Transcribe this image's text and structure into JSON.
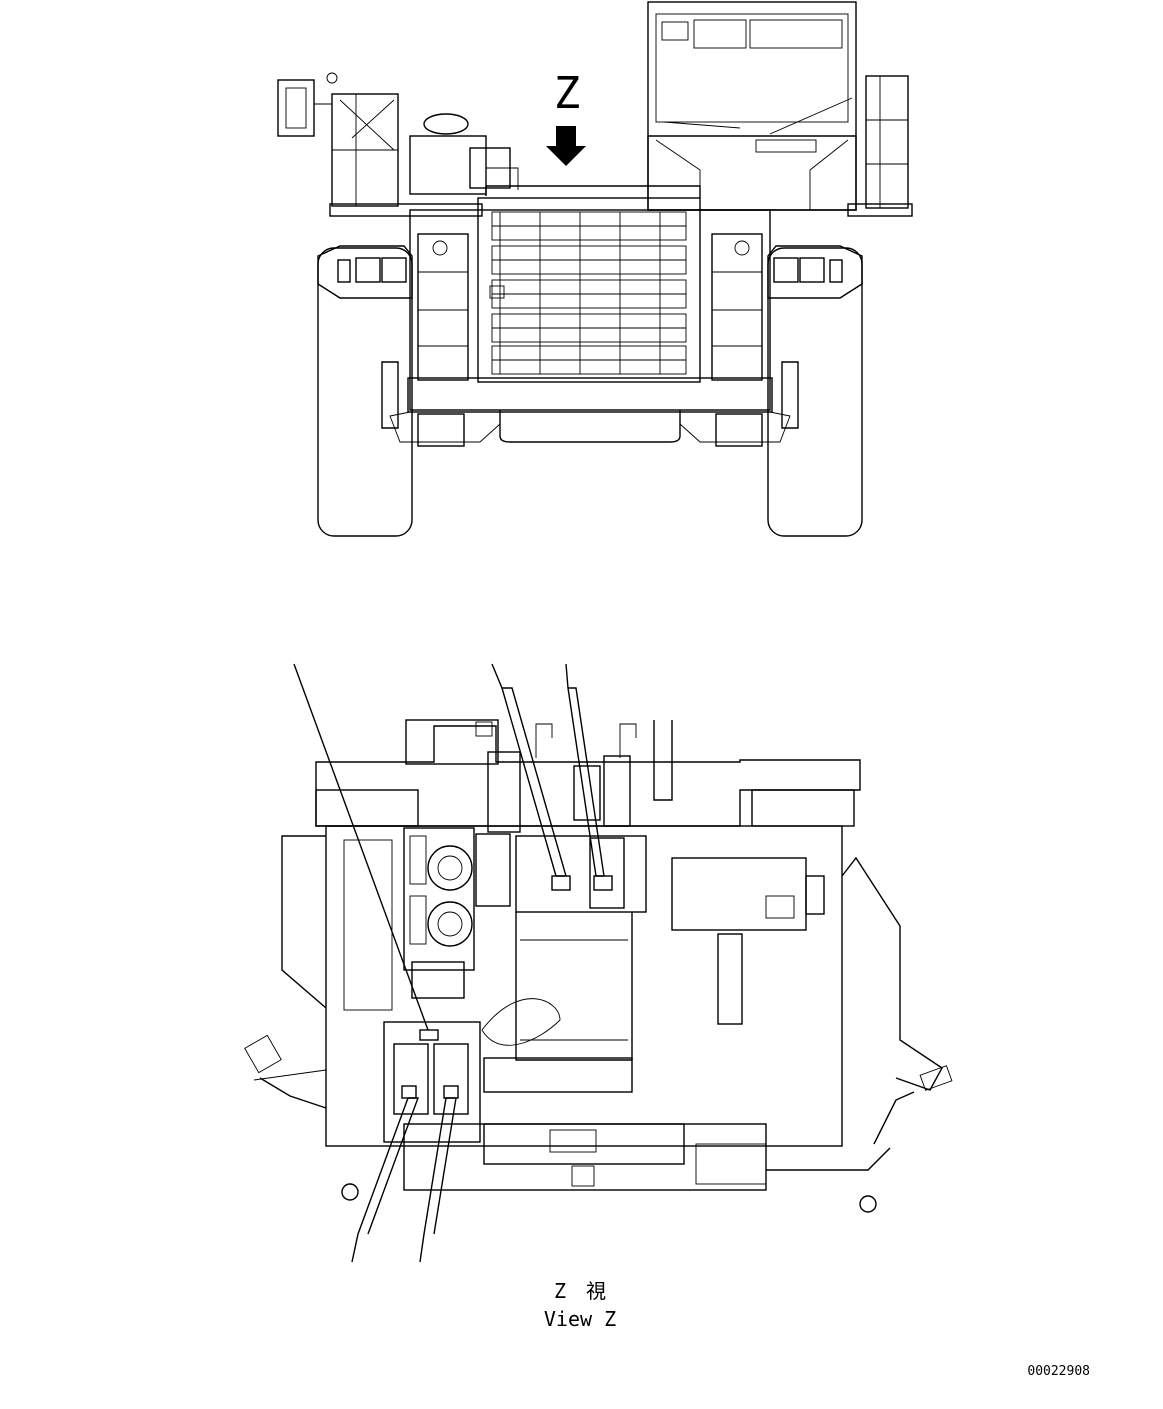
{
  "top_view": {
    "view_marker": "Z"
  },
  "bottom_view": {
    "caption_jp": "Z　視",
    "caption_en": "View Z"
  },
  "drawing_number": "00022908",
  "colors": {
    "line": "#000000",
    "background": "#ffffff"
  }
}
